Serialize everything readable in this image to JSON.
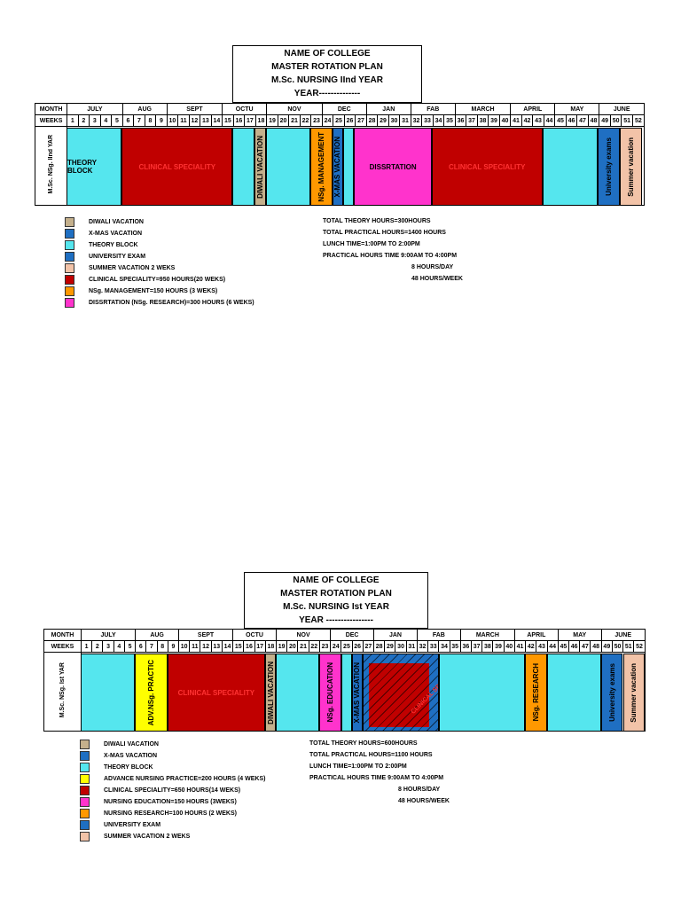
{
  "colors": {
    "diwali": "#c4b08c",
    "xmas": "#1f6fc2",
    "theory": "#55e6ee",
    "university": "#1f6fc2",
    "summer": "#f2c3a8",
    "clinical": "#c00000",
    "management": "#ff9800",
    "dissertation": "#ff33cc",
    "advance": "#ffff00",
    "education": "#ff33cc",
    "research": "#ff9800"
  },
  "plan2": {
    "title": [
      "NAME OF COLLEGE",
      "MASTER ROTATION PLAN",
      "M.Sc. NURSING IInd YEAR",
      "YEAR--------------"
    ],
    "month_label": "MONTH",
    "weeks_label": "WEEKS",
    "months": [
      "JULY",
      "AUG",
      "SEPT",
      "OCTU",
      "NOV",
      "DEC",
      "JAN",
      "FAB",
      "MARCH",
      "APRIL",
      "MAY",
      "JUNE"
    ],
    "row_label": "M.Sc. NSg. IInd YAR",
    "bands": {
      "theory": "THEORY BLOCK",
      "clinical1": "CLINICAL SPECIALITY",
      "diwali": "DIWALI VACATION",
      "management": "NSg. MANAGEMENT",
      "xmas": "X-MAS VACATION",
      "dissertation": "DISSRTATION",
      "clinical2": "CLINICAL SPECIALITY",
      "university": "University exams",
      "summer": "Summer vacation"
    },
    "legend": [
      {
        "color": "diwali",
        "text": "DIWALI VACATION"
      },
      {
        "color": "xmas",
        "text": "X-MAS VACATION"
      },
      {
        "color": "theory",
        "text": "THEORY BLOCK"
      },
      {
        "color": "university",
        "text": "UNIVERSITY EXAM"
      },
      {
        "color": "summer",
        "text": "SUMMER VACATION 2 WEKS"
      },
      {
        "color": "clinical",
        "text": "CLINICAL SPECIALITY=950 HOURS(20 WEKS)"
      },
      {
        "color": "management",
        "text": "NSg. MANAGEMENT=150 HOURS (3 WEKS)"
      },
      {
        "color": "dissertation",
        "text": "DISSRTATION (NSg. RESEARCH)=300 HOURS (6 WEKS)"
      }
    ],
    "info": [
      "TOTAL THEORY HOURS=300HOURS",
      "TOTAL PRACTICAL HOURS=1400 HOURS",
      "LUNCH TIME=1:00PM TO 2:00PM",
      "PRACTICAL HOURS TIME 9:00AM TO 4:00PM",
      "8 HOURS/DAY",
      "48 HOURS/WEEK"
    ]
  },
  "plan1": {
    "title": [
      "NAME OF COLLEGE",
      "MASTER ROTATION PLAN",
      "M.Sc. NURSING Ist YEAR",
      "YEAR ----------------"
    ],
    "month_label": "MONTH",
    "weeks_label": "WEEKS",
    "months": [
      "JULY",
      "AUG",
      "SEPT",
      "OCTU",
      "NOV",
      "DEC",
      "JAN",
      "FAB",
      "MARCH",
      "APRIL",
      "MAY",
      "JUNE"
    ],
    "row_label": "M.Sc. NSg. Ist YAR",
    "bands": {
      "advance": "ADV.NSg. PRACTIC",
      "clinical1": "CLINICAL SPECIALITY",
      "diwali": "DIWALI VACATION",
      "education": "NSg. EDUCATION",
      "xmas": "X-MAS VACATION",
      "clinical2": "CLINICAL SPECIALITY",
      "research": "NSg. RESEARCH",
      "university": "University exams",
      "summer": "Summer vacation"
    },
    "legend": [
      {
        "color": "diwali",
        "text": "DIWALI VACATION"
      },
      {
        "color": "xmas",
        "text": "X-MAS VACATION"
      },
      {
        "color": "theory",
        "text": "THEORY BLOCK"
      },
      {
        "color": "advance",
        "text": "ADVANCE NURSING PRACTICE=200 HOURS (4 WEKS)"
      },
      {
        "color": "clinical",
        "text": "CLINICAL SPECIALITY=650 HOURS(14 WEKS)"
      },
      {
        "color": "education",
        "text": "NURSING EDUCATION=150 HOURS (3WEKS)"
      },
      {
        "color": "research",
        "text": "NURSING RESEARCH=100 HOURS (2 WEKS)"
      },
      {
        "color": "university",
        "text": "UNIVERSITY EXAM"
      },
      {
        "color": "summer",
        "text": "SUMMER VACATION 2 WEKS"
      }
    ],
    "info": [
      "TOTAL THEORY HOURS=600HOURS",
      "TOTAL PRACTICAL HOURS=1100 HOURS",
      "LUNCH TIME=1:00PM TO 2:00PM",
      "PRACTICAL HOURS TIME 9:00AM TO 4:00PM",
      "8 HOURS/DAY",
      "48 HOURS/WEEK"
    ]
  }
}
